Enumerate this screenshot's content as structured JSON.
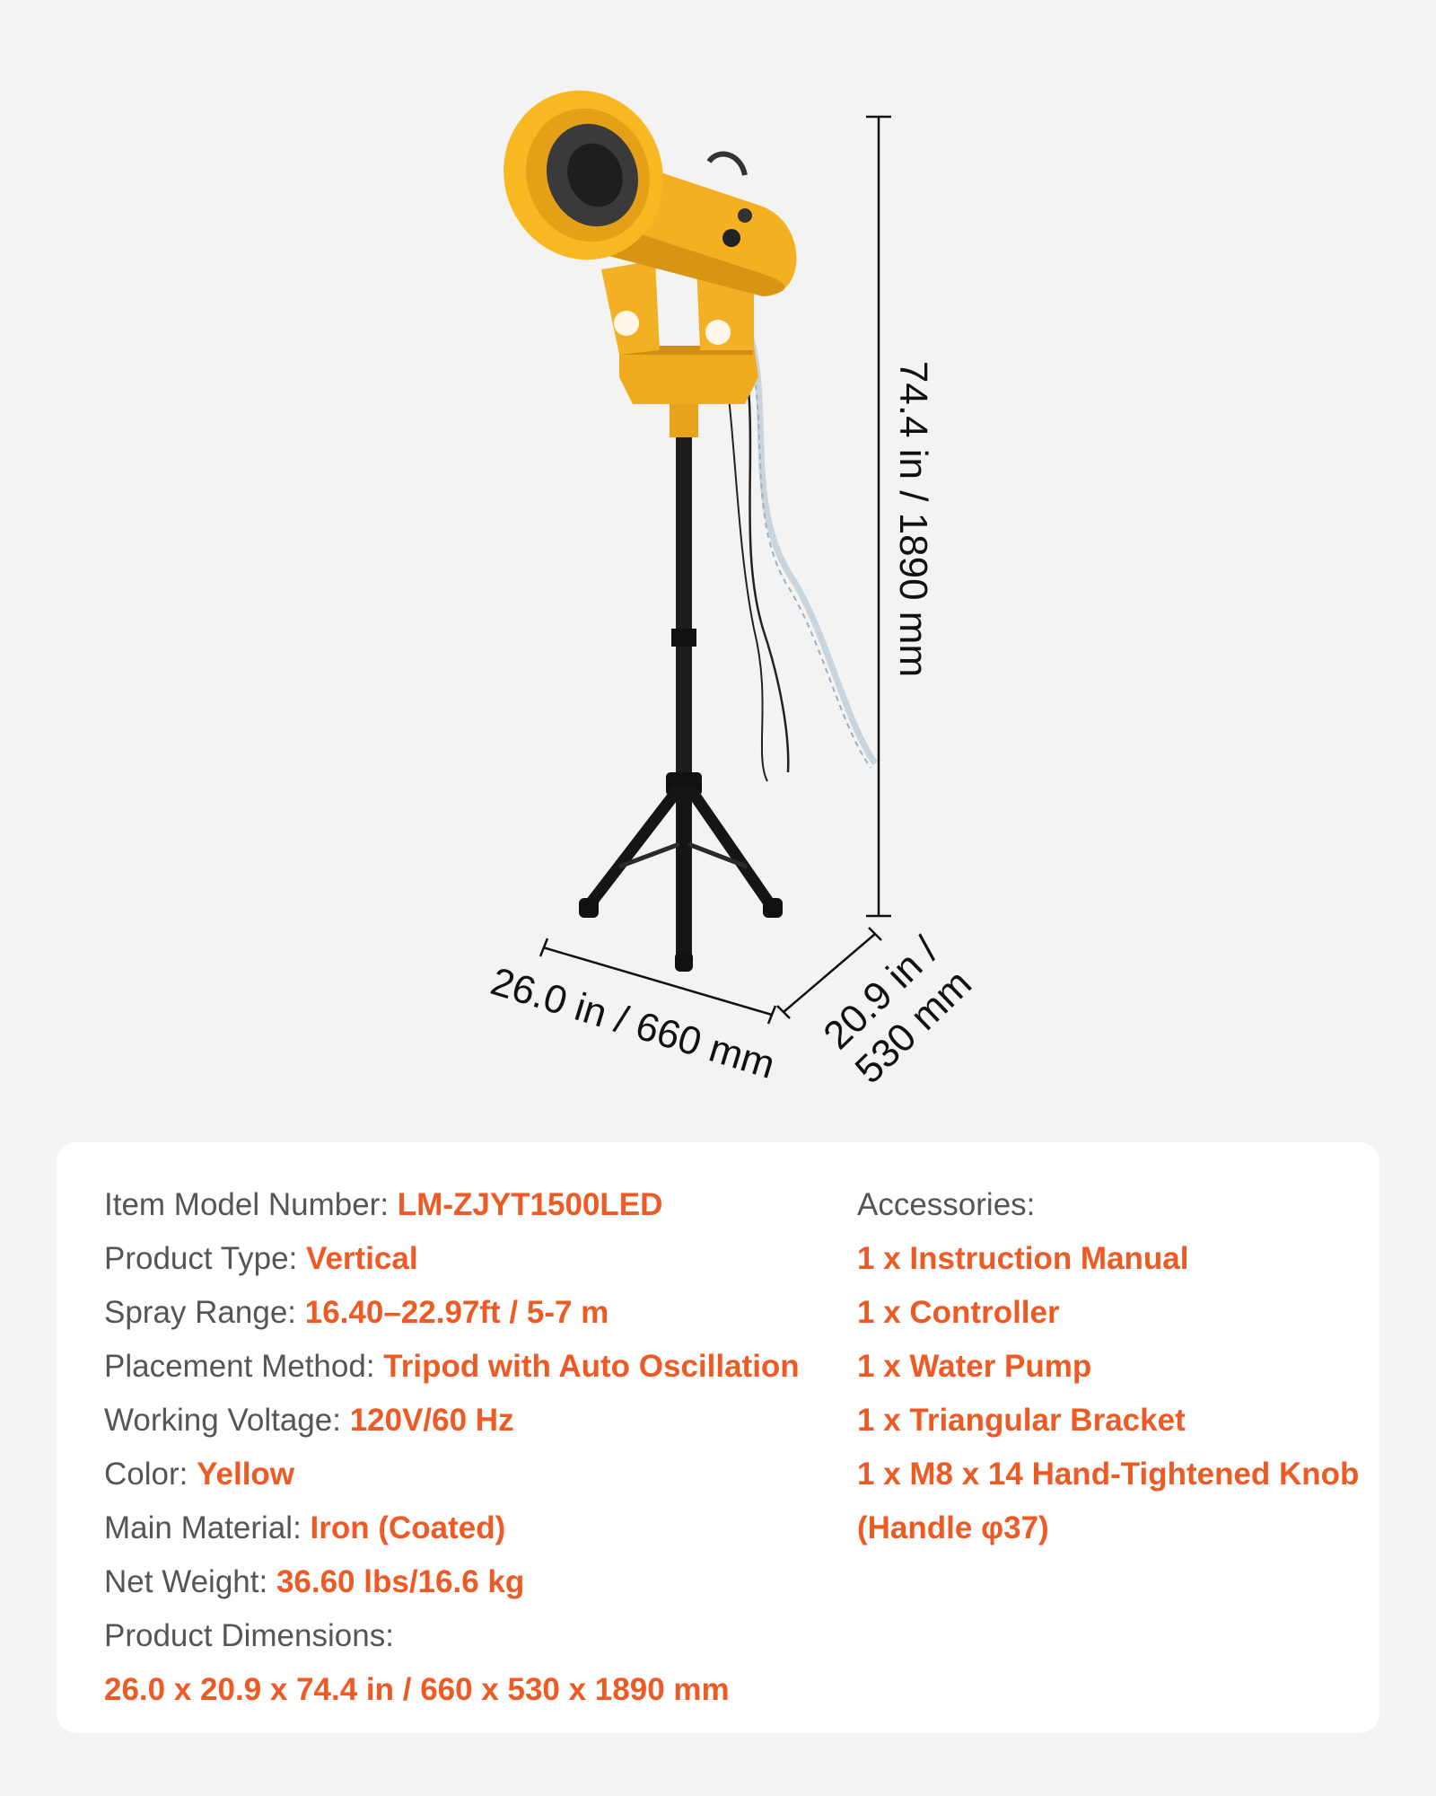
{
  "dimensions": {
    "height": "74.4 in / 1890 mm",
    "width": "26.0 in / 660 mm",
    "depth_line1": "20.9 in /",
    "depth_line2": "530 mm"
  },
  "colors": {
    "accent": "#ee5a24",
    "label": "#555555",
    "product_yellow": "#f4b020",
    "background": "#f3f3f3"
  },
  "specs": {
    "model_label": "Item Model Number: ",
    "model_value": "LM-ZJYT1500LED",
    "type_label": "Product Type: ",
    "type_value": "Vertical",
    "range_label": "Spray Range: ",
    "range_value": "16.40–22.97ft / 5-7 m",
    "placement_label": "Placement Method: ",
    "placement_value": "Tripod with Auto Oscillation",
    "voltage_label": "Working Voltage: ",
    "voltage_value": "120V/60 Hz",
    "color_label": "Color: ",
    "color_value": "Yellow",
    "material_label": "Main Material: ",
    "material_value": "Iron (Coated)",
    "weight_label": "Net Weight: ",
    "weight_value": "36.60 lbs/16.6 kg",
    "dims_label": "Product Dimensions:",
    "dims_value": "26.0 x 20.9 x 74.4 in / 660 x 530 x 1890 mm"
  },
  "accessories": {
    "title": "Accessories:",
    "items": [
      "1 x Instruction Manual",
      "1 x Controller",
      "1 x Water Pump",
      "1 x Triangular Bracket",
      "1 x M8 x 14 Hand-Tightened Knob",
      "(Handle φ37)"
    ]
  }
}
